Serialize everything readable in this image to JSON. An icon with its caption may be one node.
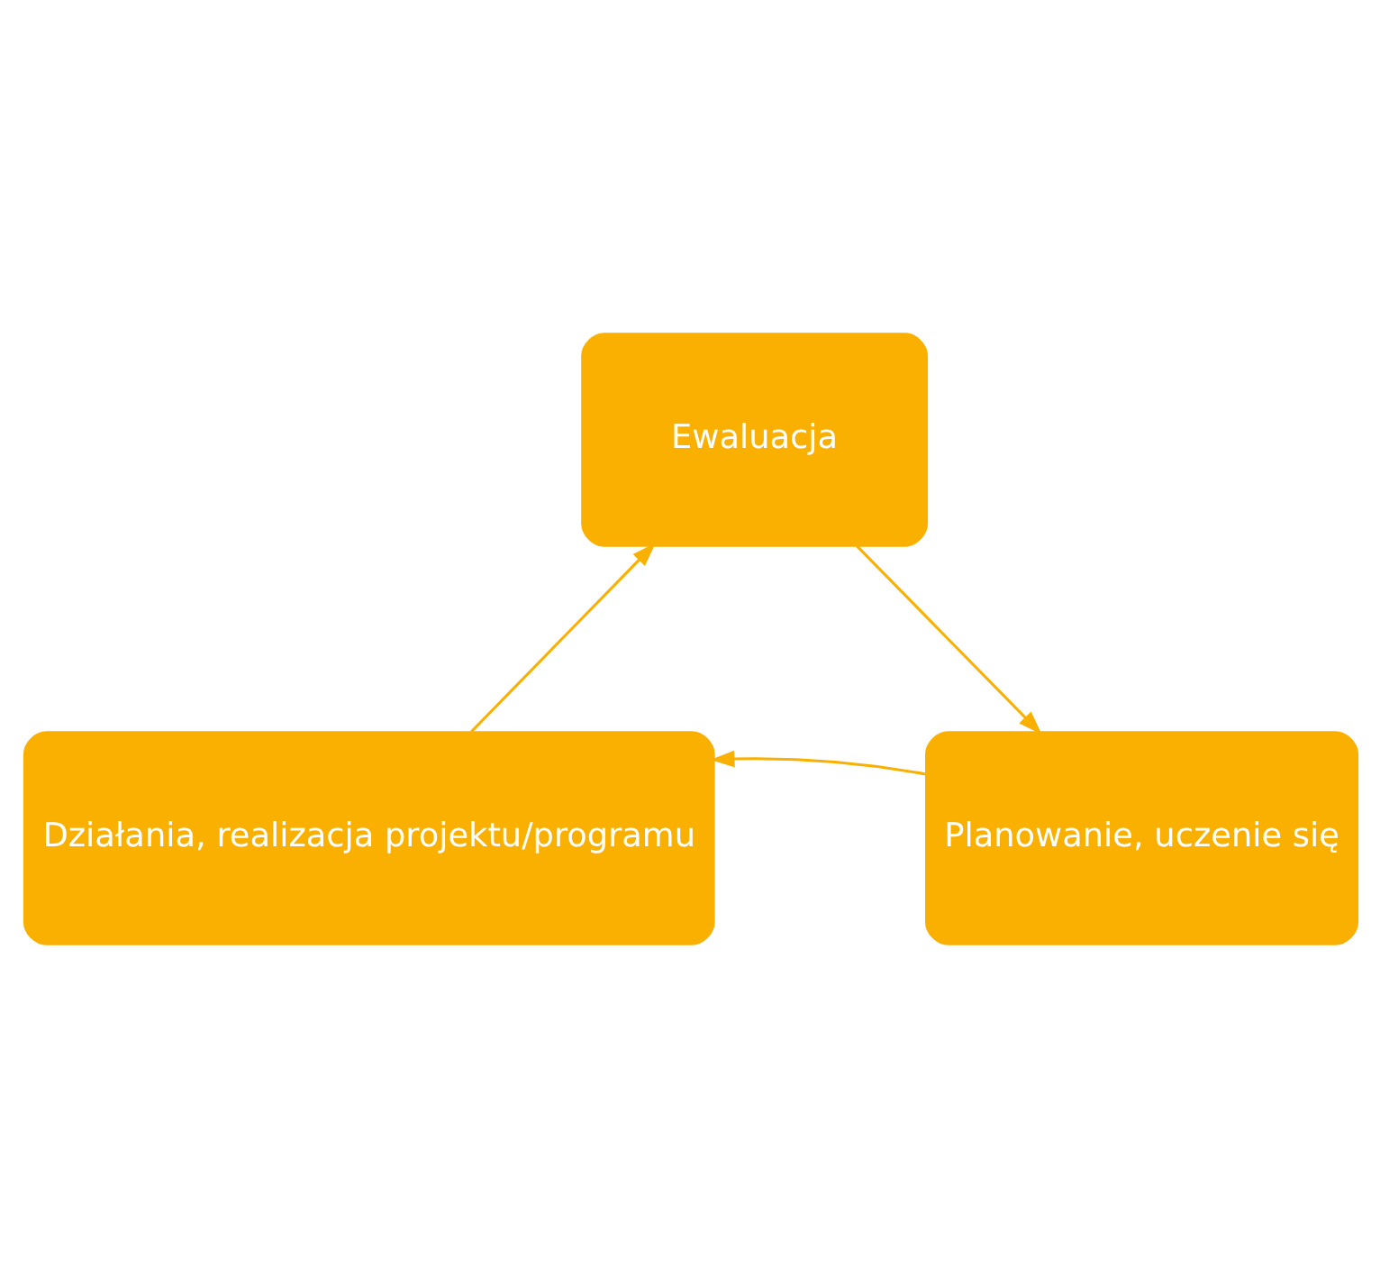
{
  "diagram": {
    "nodes": [
      {
        "text": [
          "Ewaluacja"
        ]
      },
      {
        "text": [
          "Planowanie, uczenie się"
        ]
      },
      {
        "text": [
          "Działania, realizacja projektu/programu"
        ]
      }
    ],
    "edges": [
      {
        "from": 0,
        "to": 1,
        "arrow": "to"
      },
      {
        "from": 1,
        "to": 2,
        "arrow": "to"
      },
      {
        "from": 2,
        "to": 0,
        "arrow": "to"
      }
    ]
  }
}
